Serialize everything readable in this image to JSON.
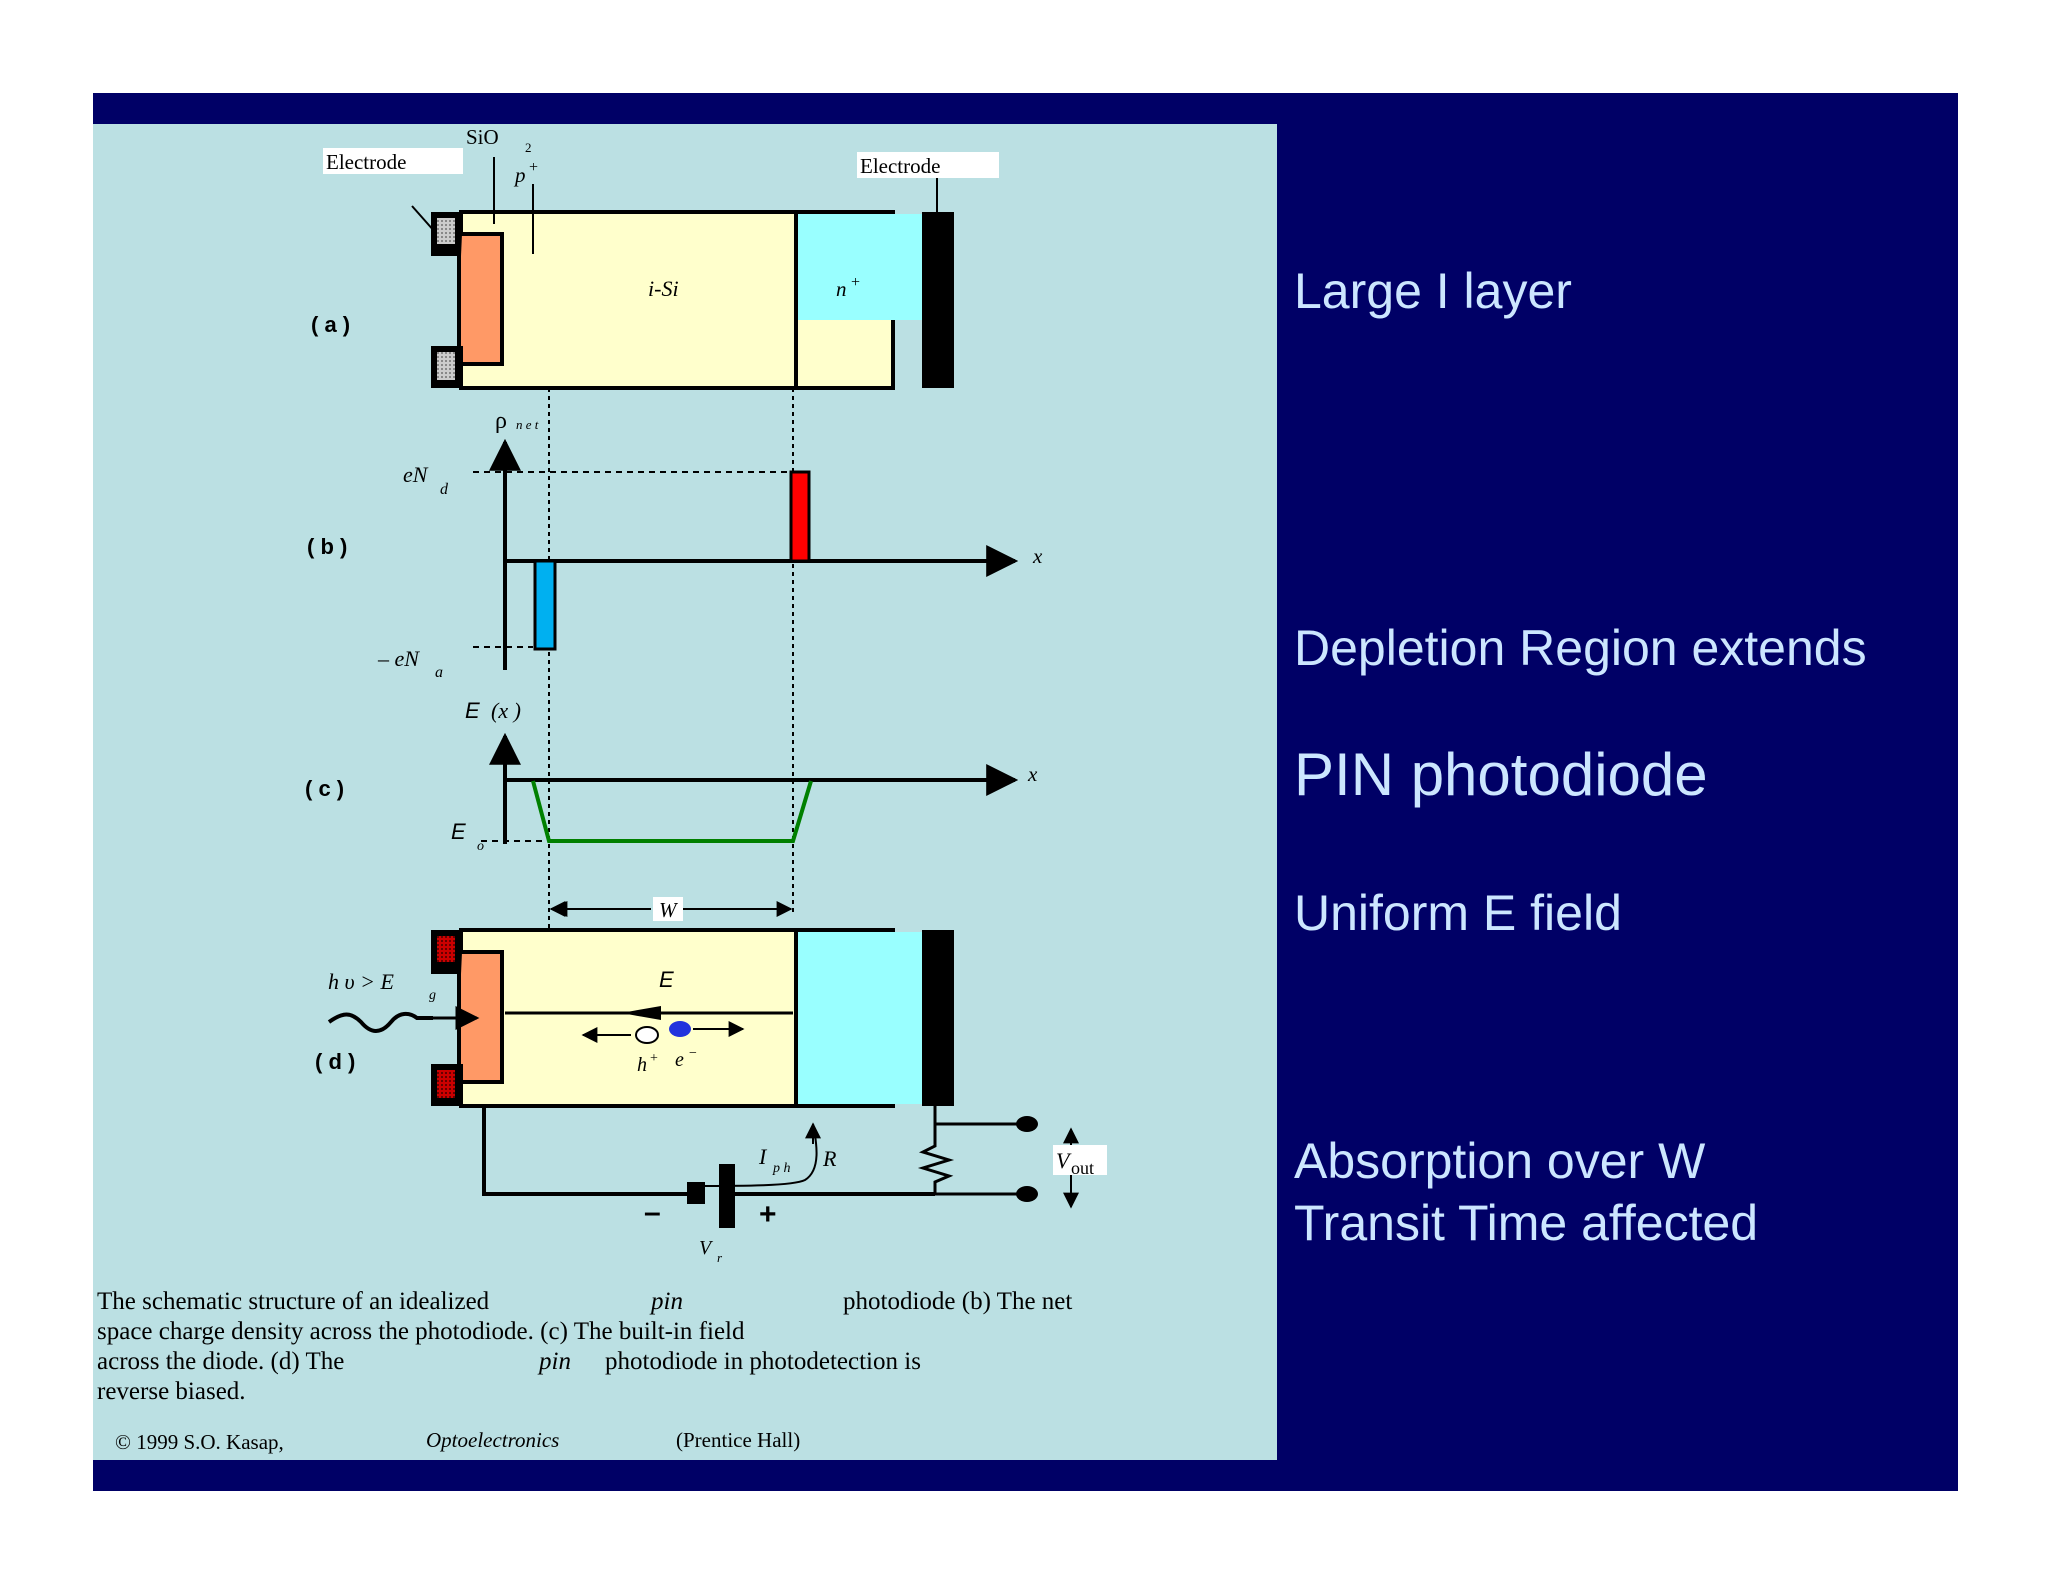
{
  "bullets": {
    "large_i_layer": "Large I layer",
    "depletion": "Depletion Region extends",
    "title": "PIN photodiode",
    "uniform": "Uniform E field",
    "absorption": "Absorption over W",
    "transit": "Transit Time affected"
  },
  "figure": {
    "labels": {
      "electrode_left": "Electrode",
      "electrode_right": "Electrode",
      "sio2": "SiO",
      "sio2_sub": "2",
      "p_plus": "p",
      "plus": "+",
      "i_si": "i-Si",
      "n_plus": "n",
      "part_a": "( a )",
      "part_b": "( b )",
      "part_c": "( c )",
      "part_d": "( d )",
      "rho": "ρ",
      "rho_sub": "n e t",
      "eNd": "eN",
      "eNd_sub": "d",
      "eNa": "– eN",
      "eNa_sub": "a",
      "x_b": "x",
      "Ex": "E",
      "Ex_paren": "(x )",
      "x_c": "x",
      "Eo": "E",
      "Eo_sub": "o",
      "W": "W",
      "hv": "h υ  >  E",
      "hv_sub": "g",
      "E_field": "E",
      "h_plus": "h",
      "e_minus": "e",
      "minus_sup": "−",
      "Iph": "I",
      "Iph_sub": "p h",
      "R": "R",
      "Vout": "V",
      "Vout_sub": "out",
      "minus_terminal": "–",
      "plus_terminal": "+",
      "Vr": "V",
      "Vr_sub": "r"
    },
    "caption": {
      "line1a": "The schematic structure of an idealized",
      "line1b": "pin",
      "line1c": "photodiode (b) The net",
      "line2": "space charge density across the photodiode. (c) The built-in field",
      "line3a": "across the diode. (d) The",
      "line3b": "pin",
      "line3c": "photodiode in photodetection is",
      "line4": "reverse biased.",
      "copyright": "© 1999 S.O. Kasap,",
      "book": "Optoelectronics",
      "publisher": "(Prentice Hall)"
    }
  },
  "colors": {
    "slide_bg": "#000066",
    "panel_bg": "#bbe0e3",
    "bullet_text": "#cce6ff",
    "p_region": "#ff9966",
    "i_region": "#ffffcc",
    "n_region": "#99ffff",
    "neg_charge": "#00b0f0",
    "pos_charge": "#ff0000",
    "field_line": "#008000"
  }
}
